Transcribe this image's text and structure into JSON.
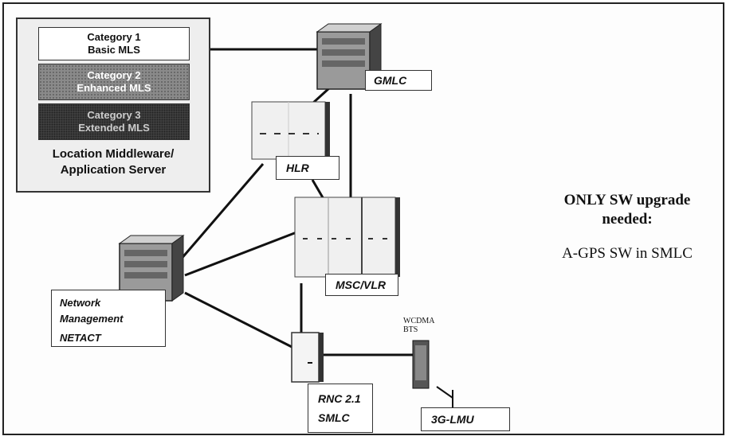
{
  "middleware": {
    "categories": [
      {
        "line1": "Category 1",
        "line2": "Basic MLS"
      },
      {
        "line1": "Category 2",
        "line2": "Enhanced MLS"
      },
      {
        "line1": "Category 3",
        "line2": "Extended MLS"
      }
    ],
    "title_line1": "Location Middleware/",
    "title_line2": "Application Server"
  },
  "nodes": {
    "gmlc": "GMLC",
    "hlr": "HLR",
    "msc": "MSC/VLR",
    "rnc": "RNC 2.1",
    "smlc": "SMLC",
    "lmu": "3G-LMU",
    "nm_line1": "Network",
    "nm_line2": "Management",
    "nm_line3": "NETACT",
    "bts_line1": "WCDMA",
    "bts_line2": "BTS"
  },
  "note": {
    "title_line1": "ONLY SW upgrade",
    "title_line2": "needed:",
    "body": "A-GPS SW in SMLC"
  }
}
